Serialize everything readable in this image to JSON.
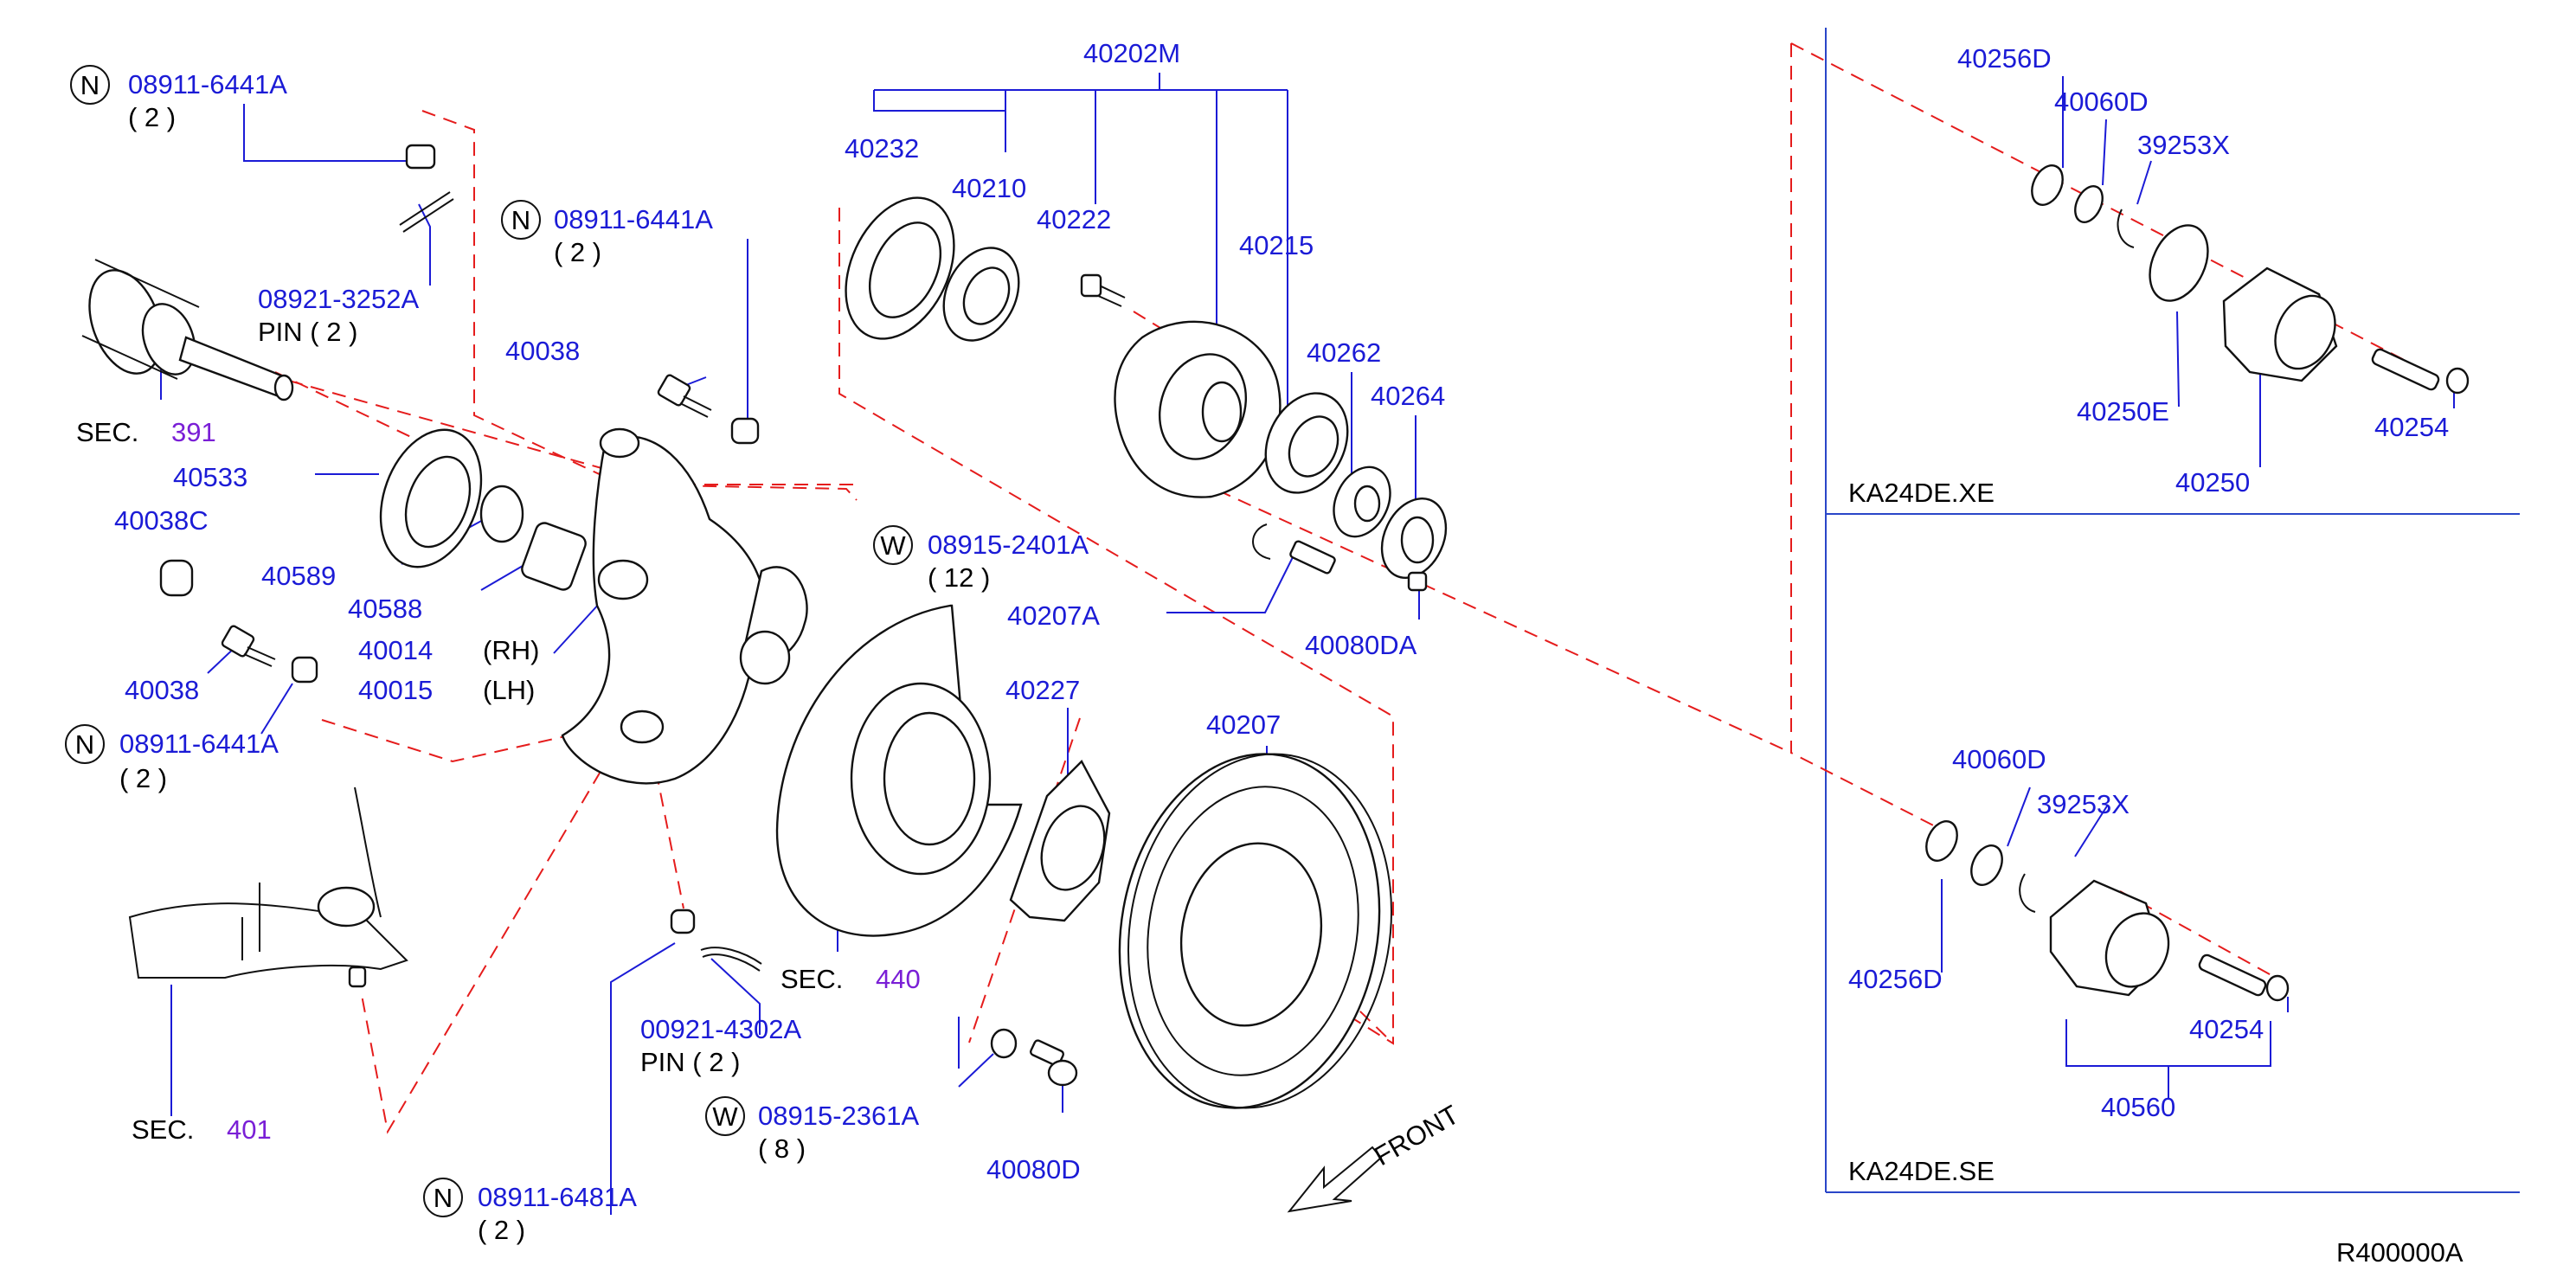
{
  "callouts": {
    "n_08911_6441A_top": {
      "code": "08911-6441A",
      "qty": "( 2 )"
    },
    "n_08911_6441A_mid": {
      "code": "08911-6441A",
      "qty": "( 2 )"
    },
    "n_08911_6441A_low": {
      "code": "08911-6441A",
      "qty": "( 2 )"
    },
    "n_08911_6481A": {
      "code": "08911-6481A",
      "qty": "( 2 )"
    },
    "w_08915_2401A": {
      "code": "08915-2401A",
      "qty": "( 12 )"
    },
    "w_08915_2361A": {
      "code": "08915-2361A",
      "qty": "( 8 )"
    },
    "pin_08921_3252A": {
      "code": "08921-3252A",
      "label": "PIN  ( 2 )"
    },
    "pin_00921_4302A": {
      "code": "00921-4302A",
      "label": "PIN  ( 2 )"
    }
  },
  "circle_letters": {
    "n": "N",
    "w": "W"
  },
  "parts": {
    "p40202M": "40202M",
    "p40232": "40232",
    "p40210": "40210",
    "p40222": "40222",
    "p40215": "40215",
    "p40262": "40262",
    "p40264": "40264",
    "p40038_top": "40038",
    "p40038_low": "40038",
    "p40533": "40533",
    "p40038C": "40038C",
    "p40589": "40589",
    "p40588": "40588",
    "p40014": "40014",
    "p40015": "40015",
    "p40207A": "40207A",
    "p40080DA": "40080DA",
    "p40227": "40227",
    "p40207": "40207",
    "p40080D": "40080D",
    "p40256D_xe": "40256D",
    "p40060D_xe": "40060D",
    "p39253X_xe": "39253X",
    "p40250E": "40250E",
    "p40250": "40250",
    "p40254_xe": "40254",
    "p40060D_se": "40060D",
    "p39253X_se": "39253X",
    "p40256D_se": "40256D",
    "p40254_se": "40254",
    "p40560": "40560"
  },
  "side_labels": {
    "rh": "(RH)",
    "lh": "(LH)"
  },
  "sections": {
    "prefix": "SEC.",
    "sec391": "391",
    "sec440": "440",
    "sec401": "401"
  },
  "panels": {
    "xe": "KA24DE.XE",
    "se": "KA24DE.SE"
  },
  "front_label": "FRONT",
  "figure_id": "R400000A",
  "colors": {
    "part_number": "#1b1bd6",
    "section_ref": "#7a1fd6",
    "dashed_line": "#e51c1c",
    "frame": "#2a46c8"
  }
}
